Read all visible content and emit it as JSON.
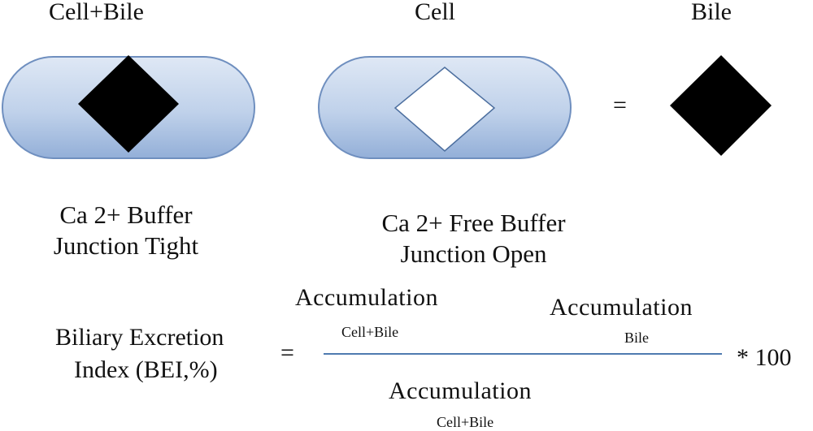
{
  "headers": {
    "cell_bile": "Cell+Bile",
    "cell": "Cell",
    "bile": "Bile"
  },
  "conditions": {
    "left_line1": "Ca 2+ Buffer",
    "left_line2": "Junction Tight",
    "right_line1": "Ca 2+ Free Buffer",
    "right_line2": "Junction Open"
  },
  "equals_sign": "=",
  "formula": {
    "lhs_line1": "Biliary Excretion",
    "lhs_line2": "Index (BEI,%)",
    "equals": "=",
    "numerator_term1": "Accumulation",
    "numerator_term1_sub": "Cell+Bile",
    "numerator_term2": "Accumulation",
    "numerator_term2_sub": "Bile",
    "denominator": "Accumulation",
    "denominator_sub": "Cell+Bile",
    "multiplier": "* 100"
  },
  "colors": {
    "capsule_light": "#dbe6f4",
    "capsule_dark": "#9db6da",
    "capsule_stroke": "#6f8fbf",
    "diamond_filled": "#000000",
    "diamond_empty": "#ffffff",
    "fraction_line": "#4f7bb0"
  }
}
